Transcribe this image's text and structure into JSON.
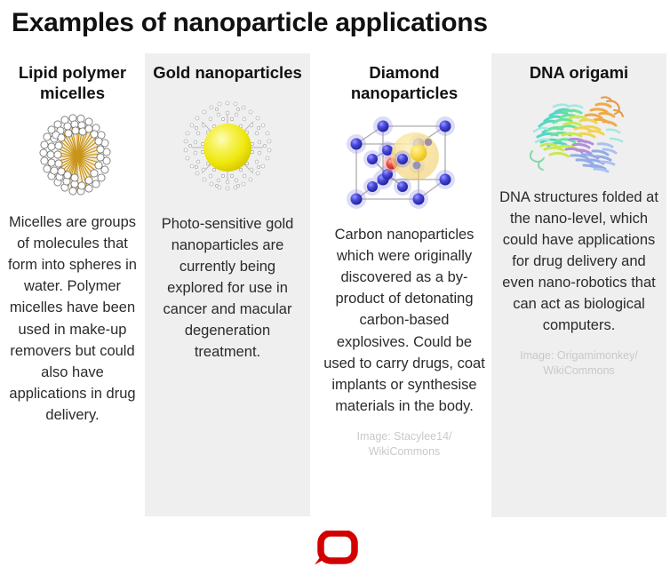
{
  "title": "Examples of nanoparticle applications",
  "palette": {
    "panel_background": "#efefef",
    "page_background": "#ffffff",
    "title_color": "#111111",
    "body_color": "#2b2b2b",
    "credit_color": "#c9c9c9",
    "logo_red": "#d30000",
    "micelle_gold": "#c8900f",
    "gold_particle_yellow": "#f2ec10",
    "diamond_carbon_blue": "#3a3ad4",
    "diamond_nitrogen_red": "#e8433c",
    "diamond_vacancy_amber": "#f5d97a"
  },
  "columns": [
    {
      "heading": "Lipid polymer micelles",
      "art": "micelle-illustration",
      "body": "Micelles are groups of molecules that form into spheres in water. Polymer micelles have been used in make-up removers but could also have applications in drug delivery.",
      "credit": "",
      "shaded": false
    },
    {
      "heading": "Gold nanoparticles",
      "art": "gold-nanoparticle-illustration",
      "body": "Photo-sensitive gold nanoparticles are currently being explored for use in cancer and macular degeneration treatment.",
      "credit": "",
      "shaded": true
    },
    {
      "heading": "Diamond nanoparticles",
      "art": "diamond-lattice-illustration",
      "body": "Carbon nanoparticles which were originally discovered as a by-product of detonating carbon-based explosives. Could be used to carry drugs, coat implants or synthesise materials in the body.",
      "credit": "Image: Stacylee14/ WikiCommons",
      "shaded": false
    },
    {
      "heading": "DNA origami",
      "art": "dna-origami-illustration",
      "body": "DNA structures folded at the nano-level, which could have applications for drug delivery and even nano-robotics that can act as biological computers.",
      "credit": "Image: Origamimonkey/ WikiCommons",
      "shaded": true
    }
  ],
  "logo": {
    "name": "the-conversation-logo",
    "shape": "speech-bubble"
  }
}
